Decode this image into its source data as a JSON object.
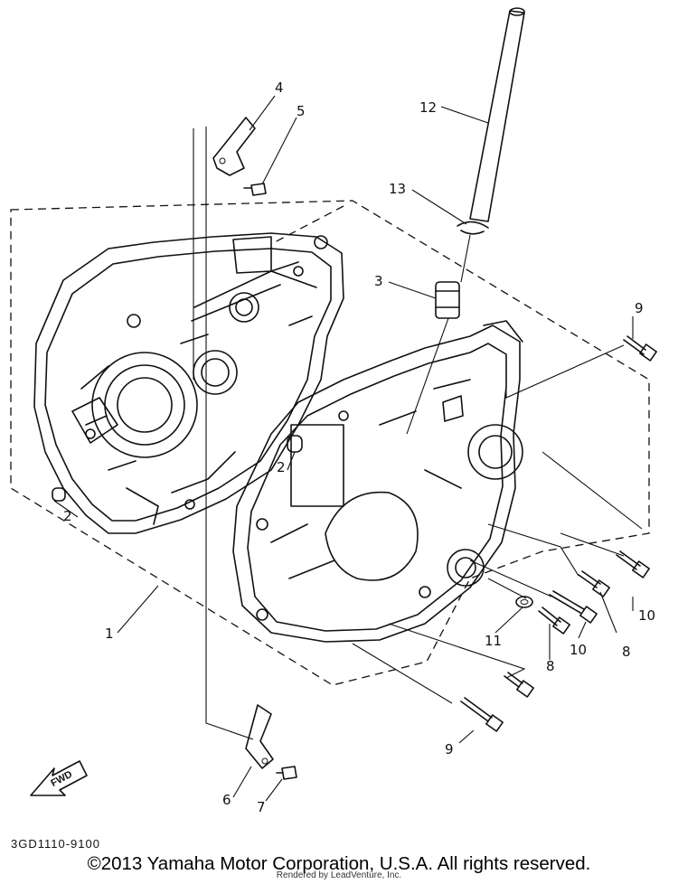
{
  "diagram": {
    "callouts": {
      "c1": "1",
      "c2a": "2",
      "c2b": "2",
      "c3": "3",
      "c4": "4",
      "c5": "5",
      "c6": "6",
      "c7": "7",
      "c8a": "8",
      "c8b": "8",
      "c9a": "9",
      "c9b": "9",
      "c10a": "10",
      "c10b": "10",
      "c11": "11",
      "c12": "12",
      "c13": "13"
    },
    "fwd_label": "FWD",
    "part_code": "3GD1110-9100"
  },
  "footer": {
    "copyright": "©2013 Yamaha Motor Corporation, U.S.A. All rights reserved.",
    "rendered_by": "Rendered by LeadVenture, Inc."
  }
}
